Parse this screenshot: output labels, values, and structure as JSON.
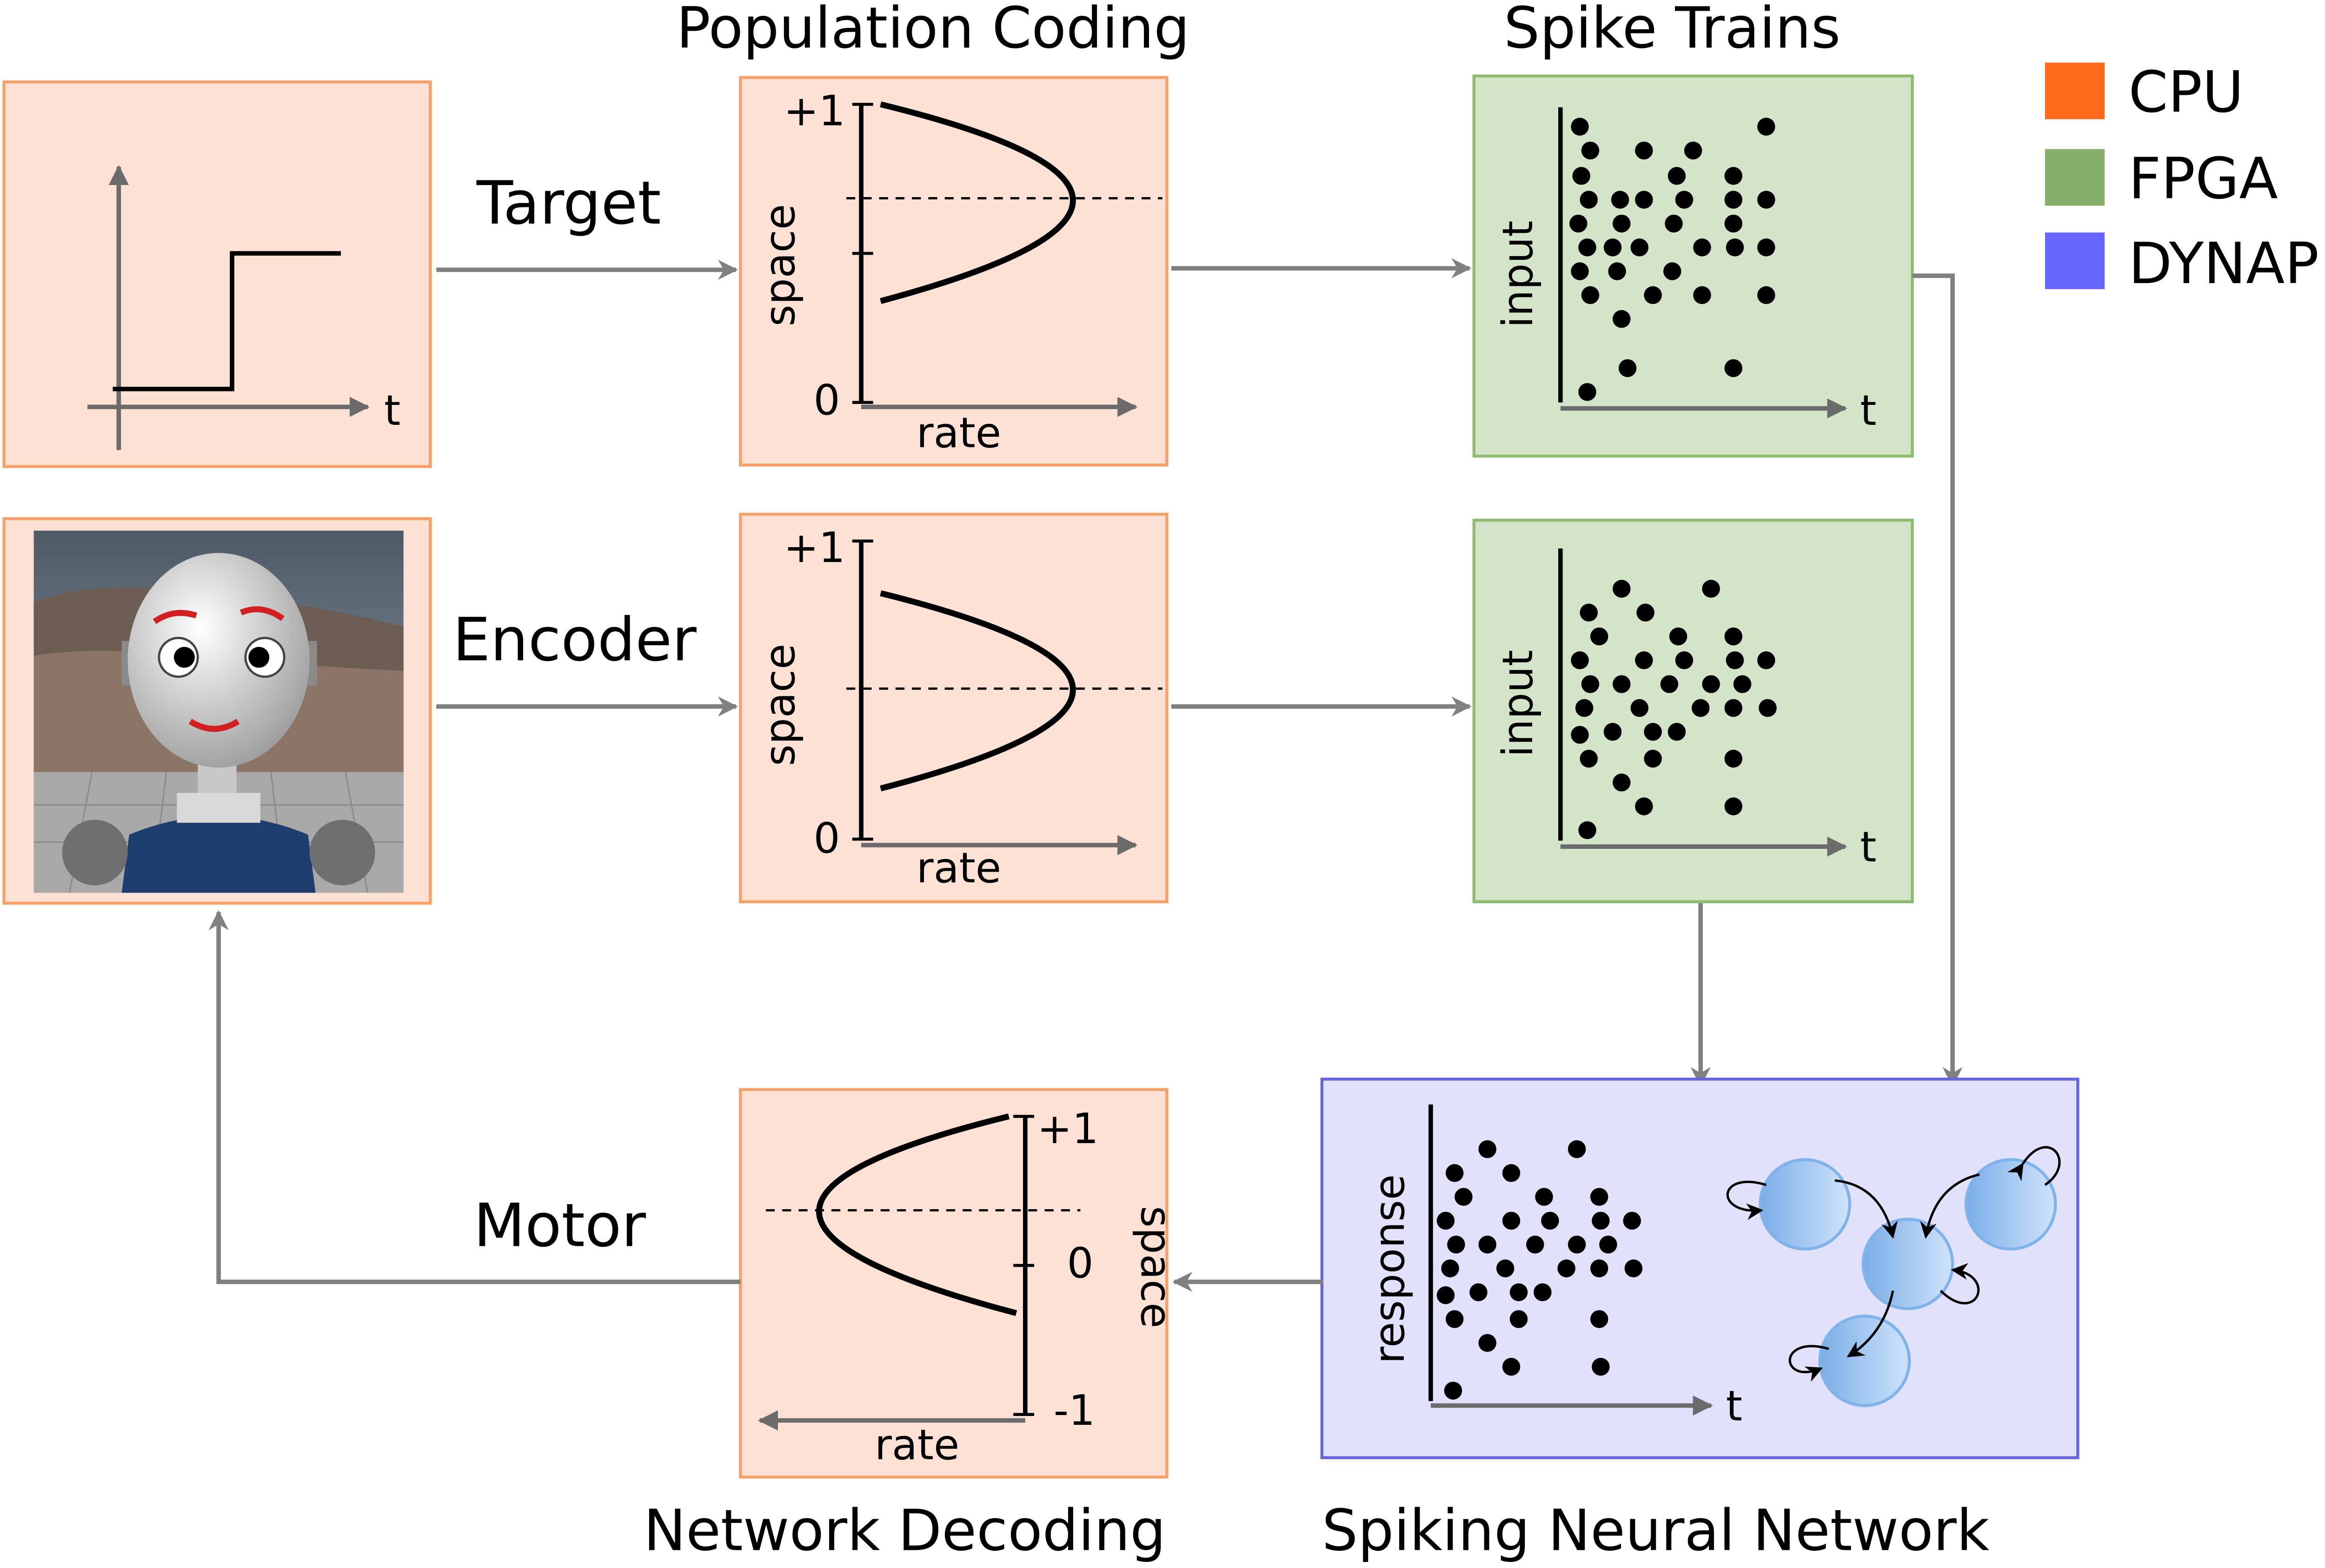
{
  "titles": {
    "population_coding": "Population Coding",
    "spike_trains": "Spike Trains",
    "network_decoding": "Network Decoding",
    "spiking_neural_network": "Spiking Neural Network"
  },
  "arrow_labels": {
    "target": "Target",
    "encoder": "Encoder",
    "motor": "Motor"
  },
  "legend": [
    {
      "label": "CPU",
      "color": "#ff6a1a"
    },
    {
      "label": "FPGA",
      "color": "#86b069"
    },
    {
      "label": "DYNAP",
      "color": "#6666ff"
    }
  ],
  "axes": {
    "t": "t",
    "space": "space",
    "rate": "rate",
    "input": "input",
    "response": "response",
    "plus_one": "+1",
    "zero": "0",
    "minus_one": "-1"
  },
  "colors": {
    "cpu_fill": "#fde1d5",
    "cpu_stroke": "#f5a169",
    "fpga_fill": "#d4e4c8",
    "fpga_stroke": "#8dbb6f",
    "dynap_fill": "#e1e1fb",
    "dynap_stroke": "#6666dd",
    "connector": "#808080",
    "neuron": "#a9cbf4"
  },
  "icons": {
    "robot": "icub-robot-head-image",
    "network": "recurrent-neuron-graph"
  }
}
